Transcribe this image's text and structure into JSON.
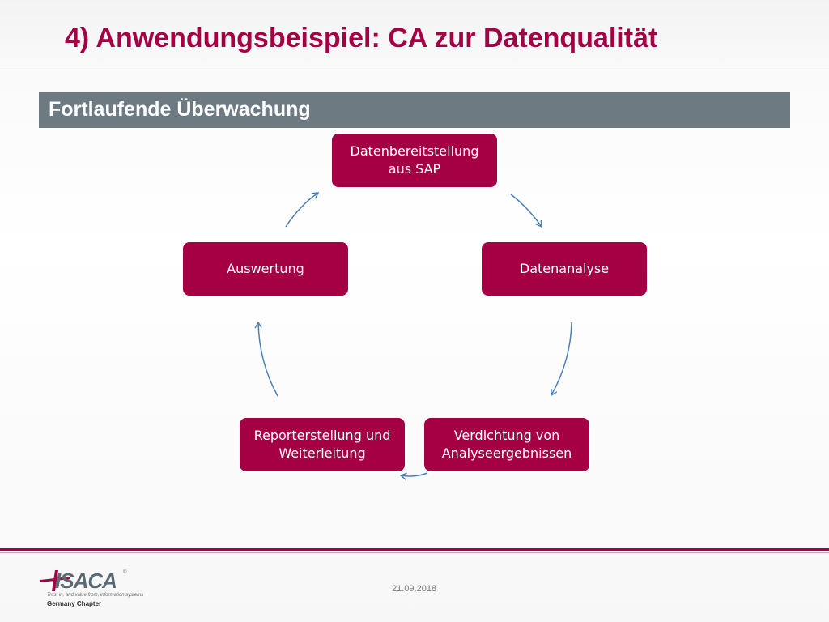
{
  "slide": {
    "title": "4) Anwendungsbeispiel: CA zur Datenqualität",
    "section_title": "Fortlaufende Überwachung"
  },
  "cycle": {
    "nodes": [
      {
        "id": "datenbereitstellung",
        "label": "Datenbereitstellung\naus SAP"
      },
      {
        "id": "datenanalyse",
        "label": "Datenanalyse"
      },
      {
        "id": "verdichtung",
        "label": "Verdichtung von\nAnalyseergebnissen"
      },
      {
        "id": "reporterstellung",
        "label": "Reporterstellung und\nWeiterleitung"
      },
      {
        "id": "auswertung",
        "label": "Auswertung"
      }
    ]
  },
  "footer": {
    "date": "21.09.2018",
    "logo": {
      "name": "ISACA",
      "registered": "®",
      "tagline": "Trust in, and value from, information systems",
      "chapter": "Germany Chapter"
    }
  },
  "colors": {
    "accent": "#a50044",
    "section_bar": "#6d7a82",
    "arrow": "#4a7fb5"
  }
}
